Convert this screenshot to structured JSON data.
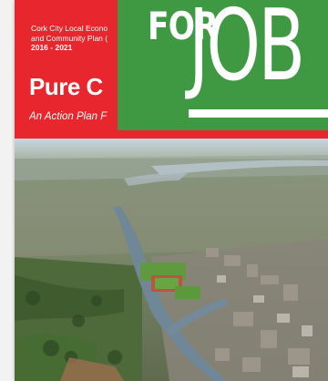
{
  "cover": {
    "plan_line1": "Cork City Local Econo",
    "plan_line2": "and Community Plan (",
    "plan_years": "2016 - 2021",
    "title": "Pure C",
    "subtitle": "An Action Plan F"
  },
  "banner": {
    "for_text": "FOR",
    "jobs_text": "JOB"
  },
  "colors": {
    "cover_red": "#e8262d",
    "banner_green": "#3f9942"
  }
}
